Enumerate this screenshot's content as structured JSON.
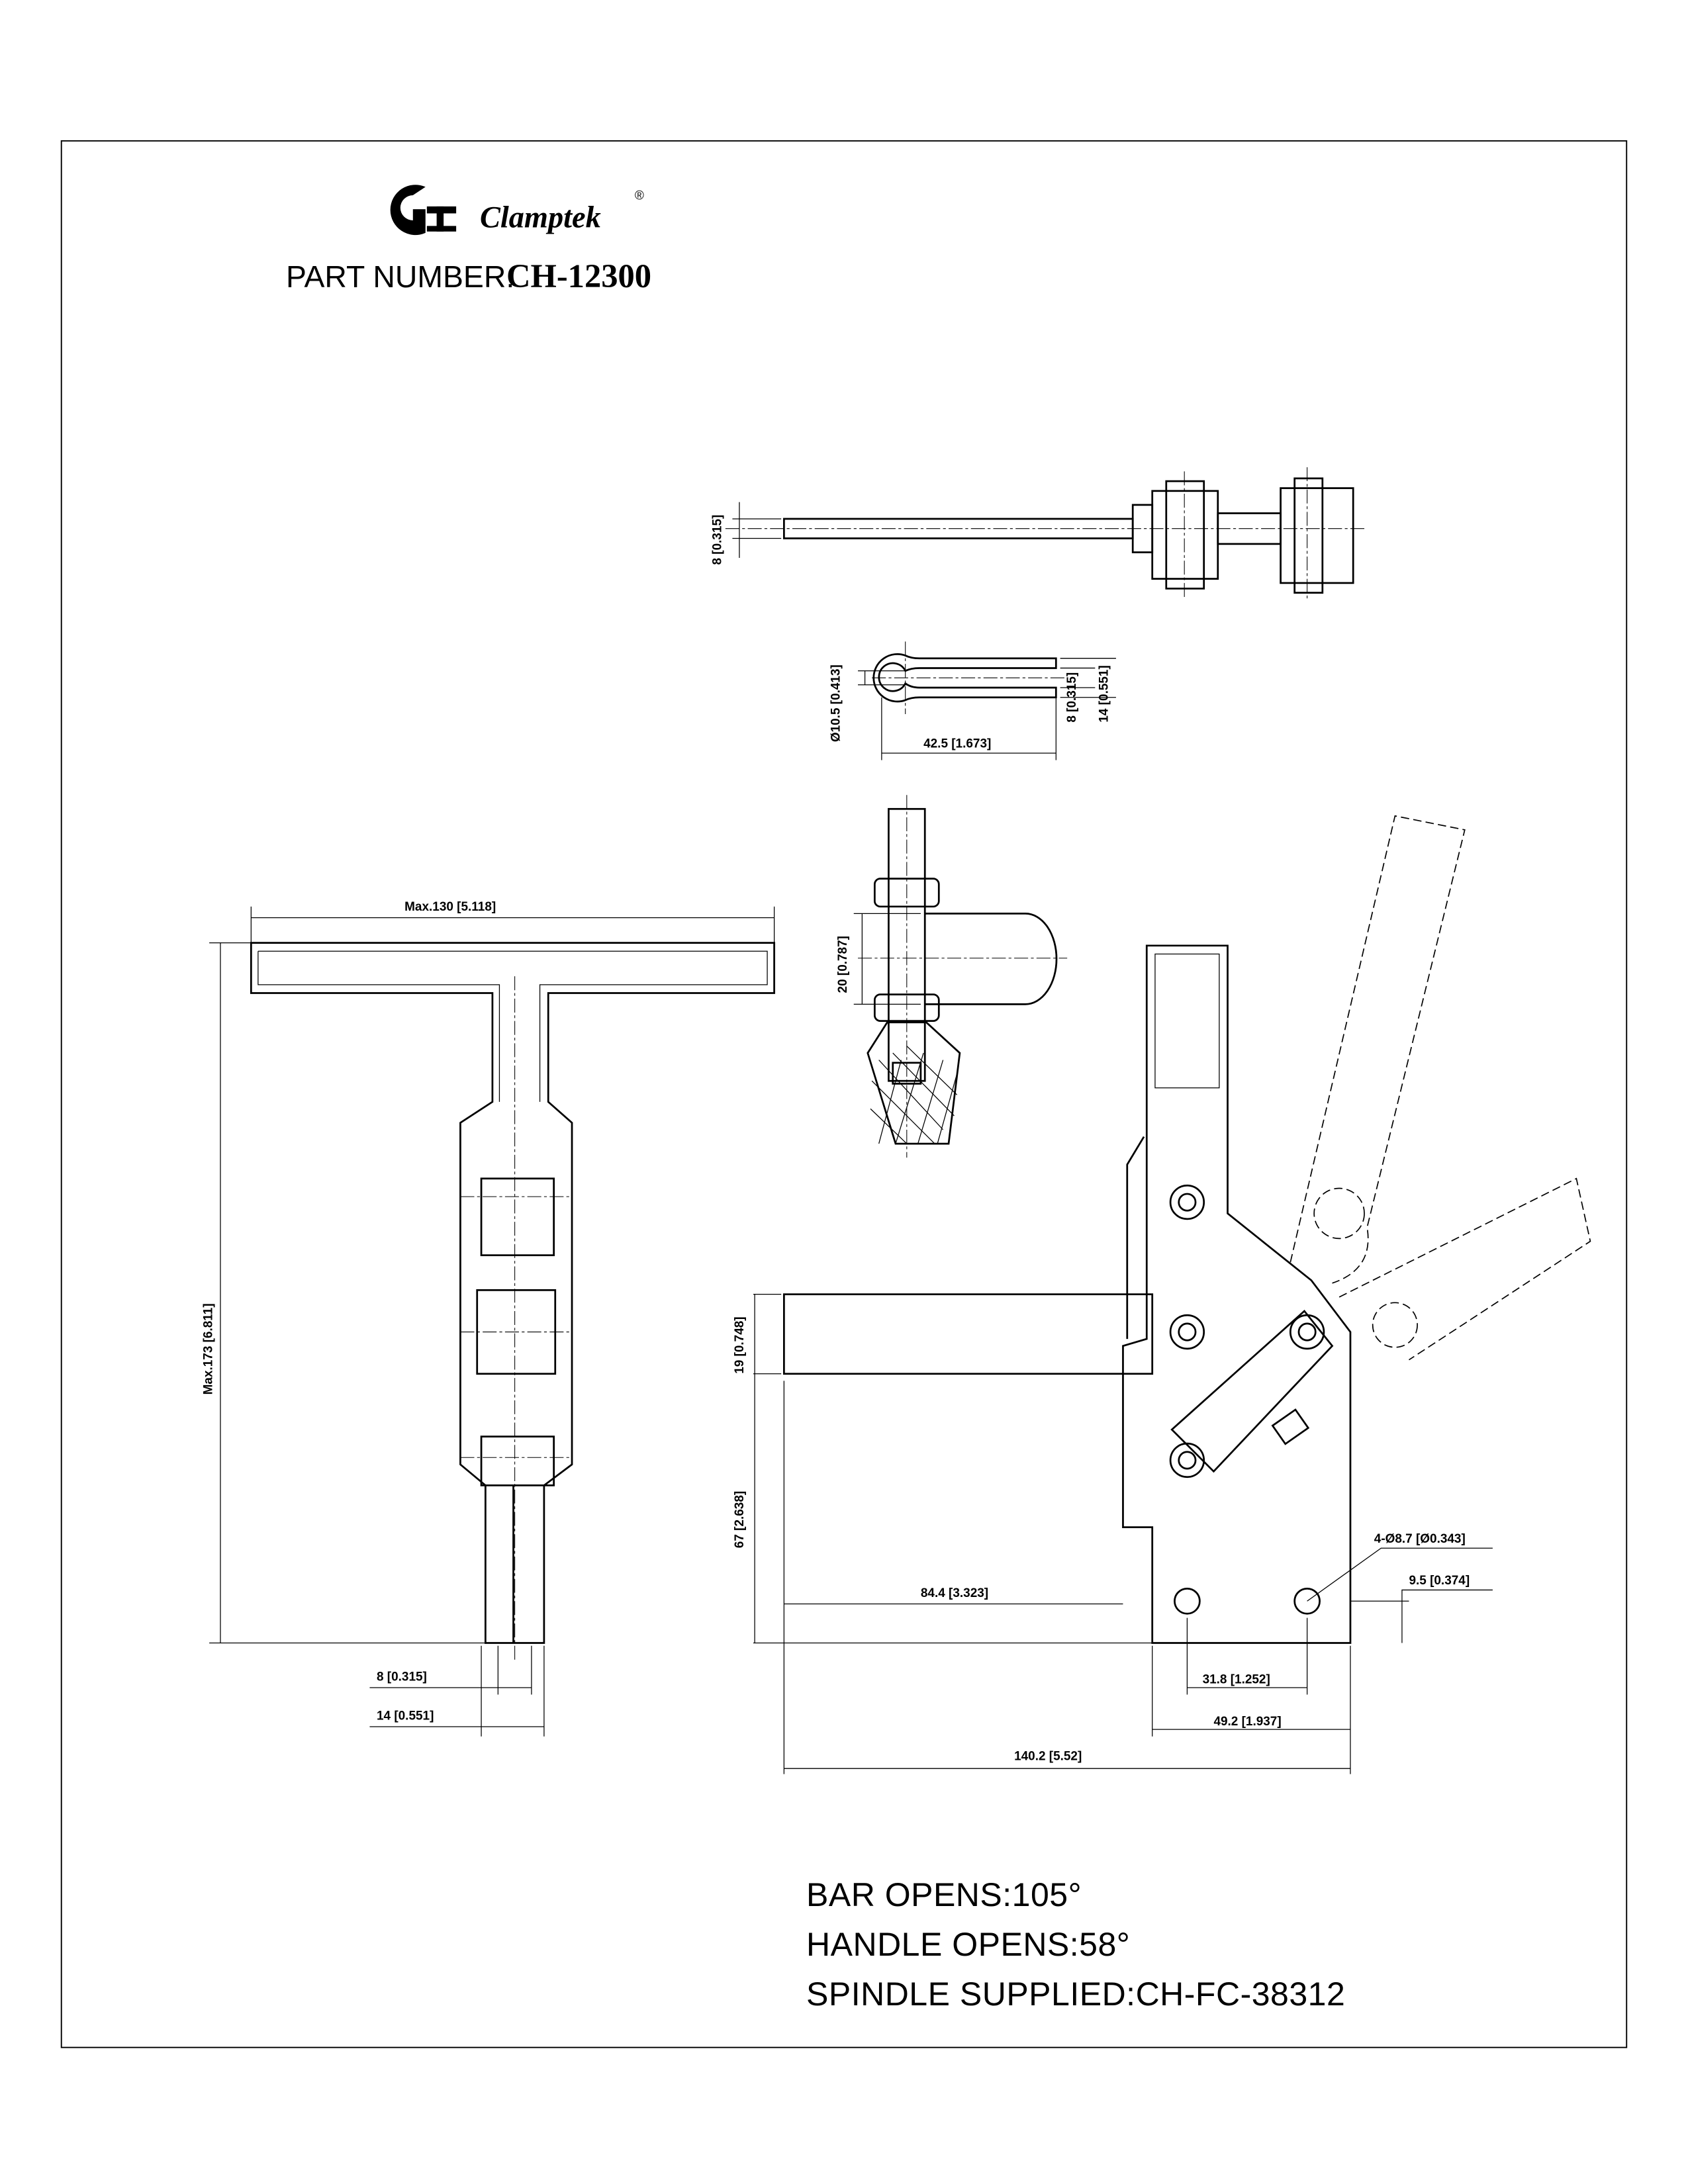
{
  "header": {
    "brand": "Clamptek",
    "registered_mark": "®",
    "part_number_label": "PART NUMBER:",
    "part_number": "CH-12300"
  },
  "dimensions": {
    "top_view_thickness": "8 [0.315]",
    "u_bolt_diameter": "Ø10.5 [0.413]",
    "u_bolt_slot": "8 [0.315]",
    "u_bolt_width": "14 [0.551]",
    "u_bolt_length": "42.5 [1.673]",
    "spindle_height": "20 [0.787]",
    "max_width": "Max.130 [5.118]",
    "max_height": "Max.173 [6.811]",
    "fork_slot": "8 [0.315]",
    "fork_width": "14 [0.551]",
    "bar_height": "19 [0.748]",
    "base_height": "67 [2.638]",
    "bar_reach": "84.4 [3.323]",
    "hole_spacing_x": "31.8 [1.252]",
    "base_width": "49.2 [1.937]",
    "overall_length": "140.2 [5.52]",
    "mounting_holes": "4-Ø8.7 [Ø0.343]",
    "hole_offset": "9.5 [0.374]"
  },
  "notes": {
    "bar_opens": "BAR OPENS:105°",
    "handle_opens": "HANDLE OPENS:58°",
    "spindle_supplied": "SPINDLE SUPPLIED:CH-FC-38312"
  }
}
